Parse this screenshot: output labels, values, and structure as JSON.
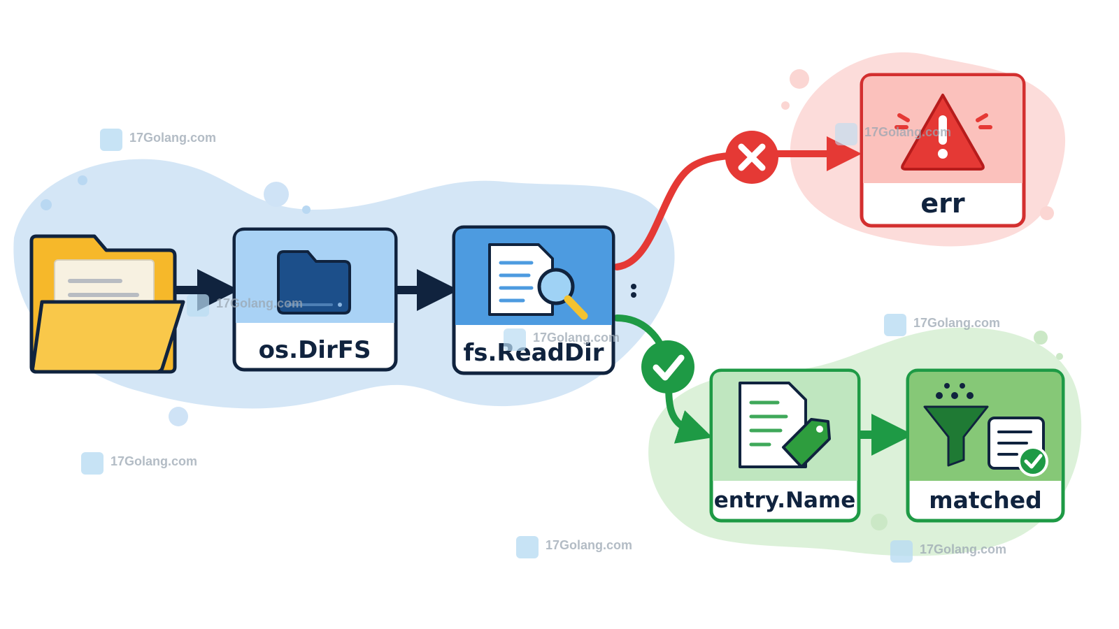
{
  "nodes": {
    "dirfs": {
      "label": "os.DirFS"
    },
    "readdir": {
      "label": "fs.ReadDir"
    },
    "err": {
      "label": "err"
    },
    "entry_name": {
      "label": "entry.Name"
    },
    "matched": {
      "label": "matched"
    }
  },
  "branches": {
    "error_mark": "x-icon",
    "success_mark": "check-icon"
  },
  "watermark": {
    "text": "17Golang.com"
  },
  "colors": {
    "blue_bg": "#cfe3f6",
    "blue_node": "#a9d2f5",
    "blue_node_strong": "#4d9be0",
    "navy": "#10233e",
    "red": "#e53935",
    "red_bg": "#fbd3d1",
    "green": "#1e9a45",
    "green_bg": "#d6efd3",
    "folder_yellow": "#f6b82a"
  }
}
